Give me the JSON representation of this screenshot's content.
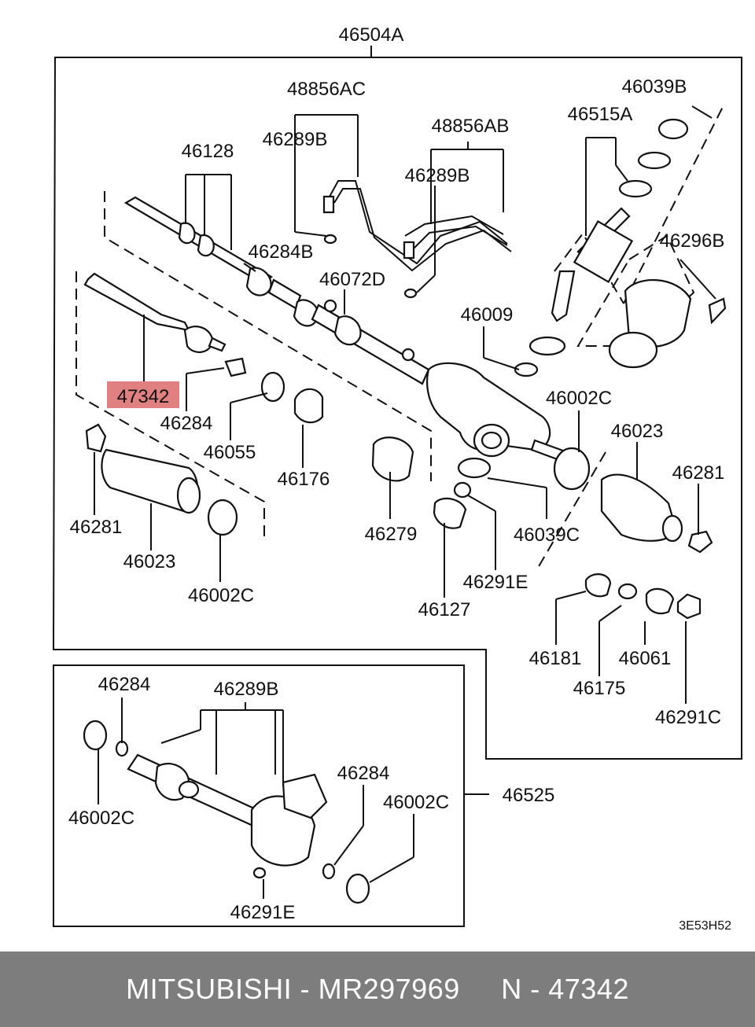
{
  "diagram": {
    "drawing_code": "3E53H52",
    "highlight_color": "#e08080",
    "labels": {
      "l46504A": "46504A",
      "l48856AC": "48856AC",
      "l46039B": "46039B",
      "l46289B_top": "46289B",
      "l46515A": "46515A",
      "l48856AB": "48856AB",
      "l46128": "46128",
      "l46289B_mid": "46289B",
      "l46296B": "46296B",
      "l46284B": "46284B",
      "l46072D": "46072D",
      "l46009": "46009",
      "l47342": "47342",
      "l46284_a": "46284",
      "l46002C_a": "46002C",
      "l46055": "46055",
      "l46023_right": "46023",
      "l46176": "46176",
      "l46281_right": "46281",
      "l46281_left": "46281",
      "l46279": "46279",
      "l46039C": "46039C",
      "l46023_left": "46023",
      "l46291E_a": "46291E",
      "l46002C_b": "46002C",
      "l46127": "46127",
      "l46181": "46181",
      "l46061": "46061",
      "l46175": "46175",
      "l46291C": "46291C",
      "l46284_b": "46284",
      "l46289B_bot": "46289B",
      "l46284_c": "46284",
      "l46002C_c": "46002C",
      "l46525": "46525",
      "l46002C_d": "46002C",
      "l46291E_b": "46291E"
    }
  },
  "footer": {
    "text": "MITSUBISHI - MR297969     N - 47342"
  }
}
